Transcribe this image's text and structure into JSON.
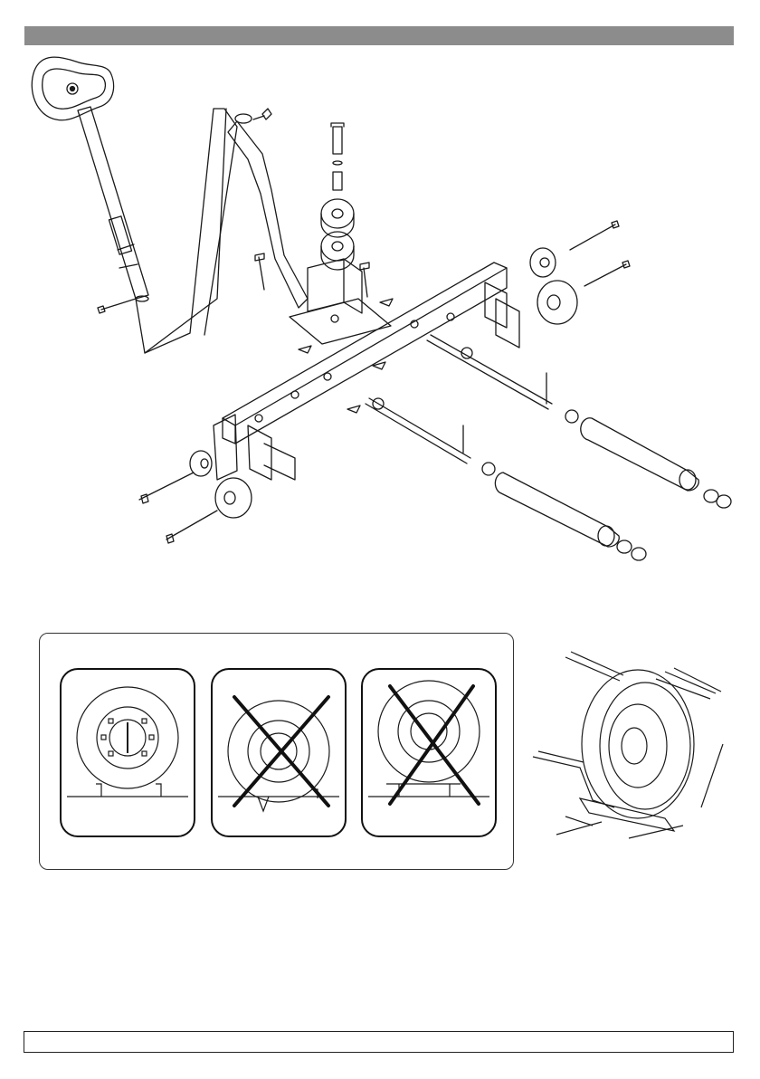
{
  "page": {
    "header_bar_color": "#8c8c8c",
    "line_color": "#1a1a1a"
  },
  "icons": {
    "correct": "wheel-on-rollers-icon",
    "incorrect": "cross-icon"
  },
  "examples": [
    {
      "state": "correct"
    },
    {
      "state": "incorrect"
    },
    {
      "state": "incorrect"
    }
  ]
}
